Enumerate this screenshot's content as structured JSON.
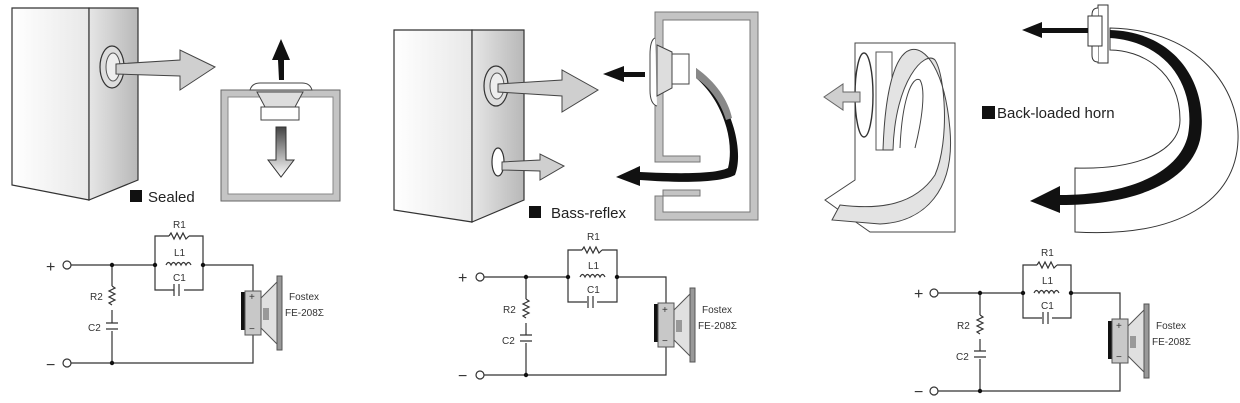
{
  "panels": [
    {
      "id": "sealed",
      "title": "Sealed",
      "circuit": {
        "terminals": {
          "plus": "+",
          "minus": "−"
        },
        "components": {
          "r1": "R1",
          "l1": "L1",
          "c1": "C1",
          "r2": "R2",
          "c2": "C2"
        },
        "driver": {
          "brand": "Fostex",
          "model": "FE-208Σ",
          "plus": "+",
          "minus": "−"
        }
      }
    },
    {
      "id": "bass-reflex",
      "title": "Bass-reflex",
      "circuit": {
        "terminals": {
          "plus": "+",
          "minus": "−"
        },
        "components": {
          "r1": "R1",
          "l1": "L1",
          "c1": "C1",
          "r2": "R2",
          "c2": "C2"
        },
        "driver": {
          "brand": "Fostex",
          "model": "FE-208Σ",
          "plus": "+",
          "minus": "−"
        }
      }
    },
    {
      "id": "back-loaded-horn",
      "title": "Back-loaded horn",
      "circuit": {
        "terminals": {
          "plus": "+",
          "minus": "−"
        },
        "components": {
          "r1": "R1",
          "l1": "L1",
          "c1": "C1",
          "r2": "R2",
          "c2": "C2"
        },
        "driver": {
          "brand": "Fostex",
          "model": "FE-208Σ",
          "plus": "+",
          "minus": "−"
        }
      }
    }
  ],
  "colors": {
    "cabinet_front": "#f4f4f4",
    "cabinet_side": "#d6d6d6",
    "arrow_fill": "#c8c8c8",
    "wall": "#c4c4c4",
    "ink": "#111111",
    "horn_fill": "#e3e3e3"
  }
}
